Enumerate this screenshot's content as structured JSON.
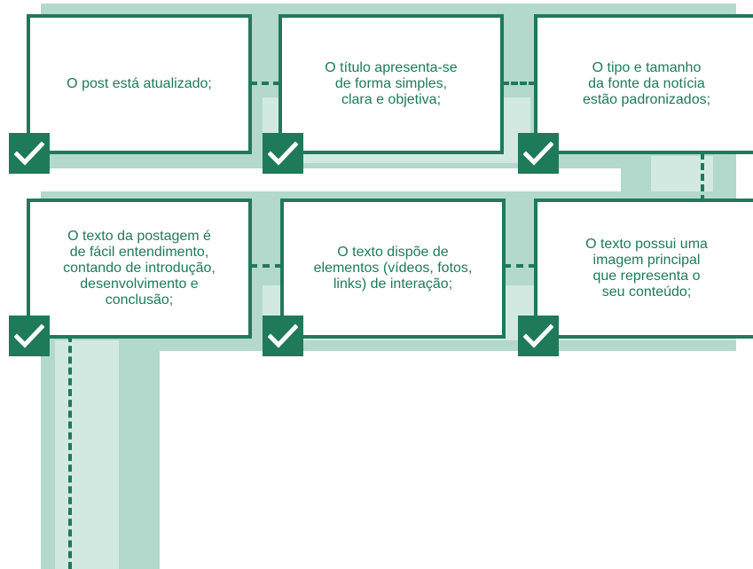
{
  "colors": {
    "accent": "#1f7a5a",
    "band_dark": "#b3d8cc",
    "band_light": "#d2e9e2",
    "background": "#ffffff"
  },
  "checklist": {
    "row1": [
      {
        "text": "O post está atualizado;",
        "checked": true,
        "icon": "checkmark-icon"
      },
      {
        "text": "O título apresenta-se\nde forma simples,\nclara e objetiva;",
        "checked": true,
        "icon": "checkmark-icon"
      },
      {
        "text": "O tipo e tamanho\nda fonte da notícia\nestão padronizados;",
        "checked": true,
        "icon": "checkmark-icon"
      }
    ],
    "row2": [
      {
        "text": "O texto da postagem é\nde fácil entendimento,\ncontando de introdução,\ndesenvolvimento e\nconclusão;",
        "checked": true,
        "icon": "checkmark-icon"
      },
      {
        "text": "O texto dispõe de\nelementos (vídeos, fotos,\nlinks) de interação;",
        "checked": true,
        "icon": "checkmark-icon"
      },
      {
        "text": "O texto possui uma\nimagem principal\nque representa o\nseu conteúdo;",
        "checked": true,
        "icon": "checkmark-icon"
      }
    ]
  }
}
